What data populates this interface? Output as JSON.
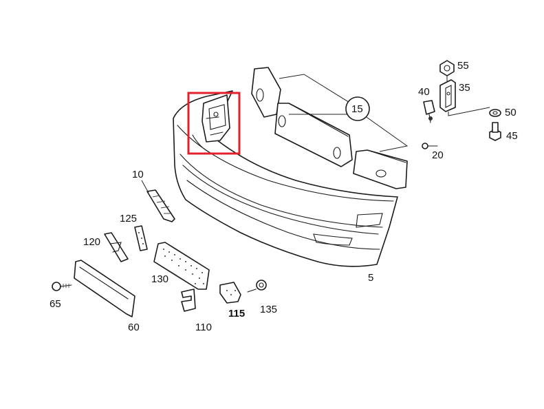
{
  "diagram": {
    "part_labels": {
      "p5": "5",
      "p10": "10",
      "p15": "15",
      "p20": "20",
      "p35": "35",
      "p40": "40",
      "p45": "45",
      "p50": "50",
      "p55": "55",
      "p60": "60",
      "p65": "65",
      "p110": "110",
      "p115": "115",
      "p120": "120",
      "p125": "125",
      "p130": "130",
      "p135": "135"
    },
    "highlight": {
      "color": "#e0202a",
      "target": "bumper-left-bracket"
    }
  }
}
